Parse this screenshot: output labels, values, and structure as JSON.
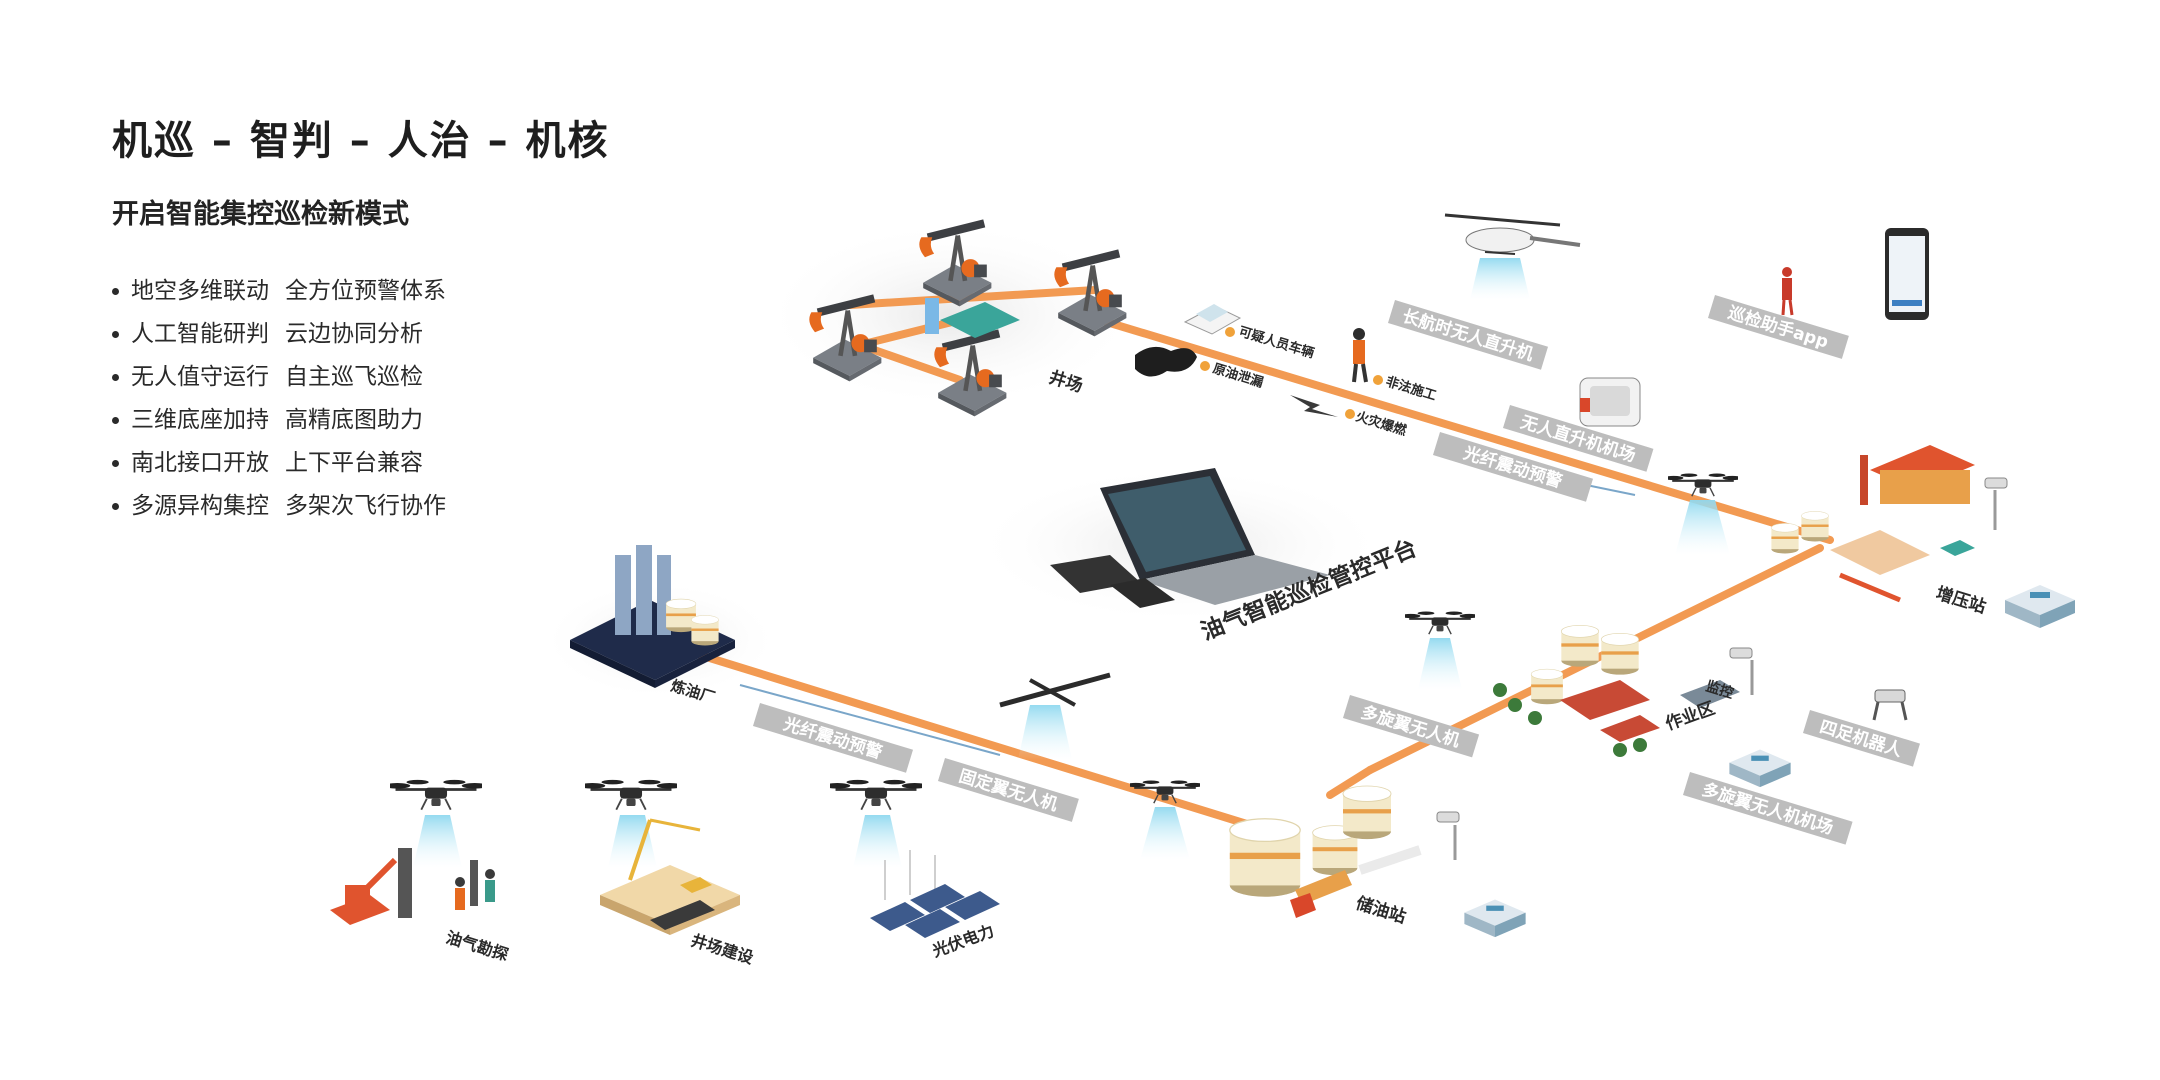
{
  "header": {
    "title": "机巡 – 智判 – 人治 – 机核",
    "subtitle": "开启智能集控巡检新模式"
  },
  "features": [
    {
      "a": "地空多维联动",
      "b": "全方位预警体系"
    },
    {
      "a": "人工智能研判",
      "b": "云边协同分析"
    },
    {
      "a": "无人值守运行",
      "b": "自主巡飞巡检"
    },
    {
      "a": "三维底座加持",
      "b": "高精底图助力"
    },
    {
      "a": "南北接口开放",
      "b": "上下平台兼容"
    },
    {
      "a": "多源异构集控",
      "b": "多架次飞行协作"
    }
  ],
  "labels": {
    "well_field": "井场",
    "vehicle": "可疑人员车辆",
    "oil_leak": "原油泄漏",
    "illegal_work": "非法施工",
    "open_fire": "火灾爆燃",
    "helicopter": "长航时无人直升机",
    "patrol_app": "巡检助手app",
    "uav_hangar": "无人直升机机场",
    "fiber_warning_1": "光纤震动预警",
    "platform": "油气智能巡检管控平台",
    "booster_station": "增压站",
    "multirotor": "多旋翼无人机",
    "monitor": "监控",
    "work_area": "作业区",
    "quadruped": "四足机器人",
    "multi_hangar": "多旋翼无人机机场",
    "refinery": "炼油厂",
    "fiber_warning_2": "光纤震动预警",
    "fixed_wing": "固定翼无人机",
    "storage_station": "储油站",
    "exploration": "油气勘探",
    "well_construction": "井场建设",
    "solar_power": "光伏电力"
  },
  "colors": {
    "pipeline": "#f29a52",
    "label_bg": "#bdbdbd",
    "accent_orange": "#e8702a",
    "beam": "#bfe9f5"
  }
}
